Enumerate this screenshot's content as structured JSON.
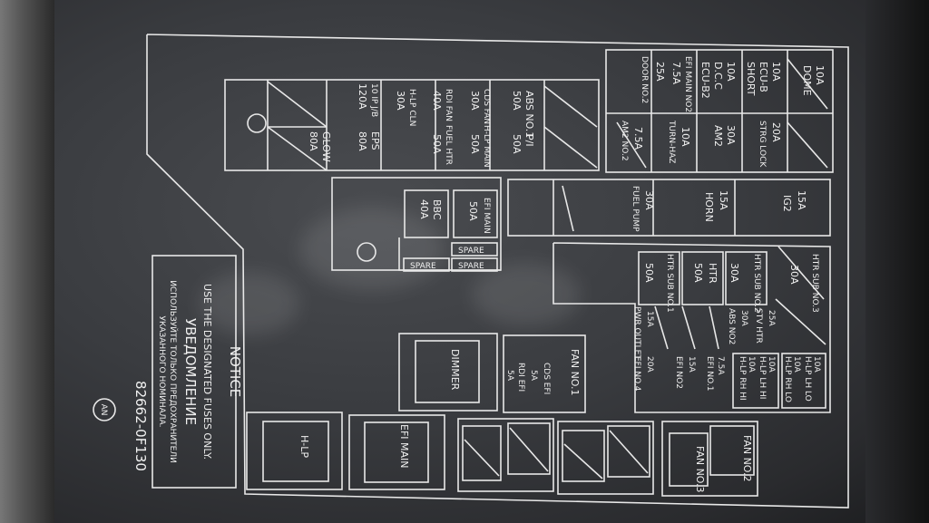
{
  "notice": {
    "title": "NOTICE",
    "line_en": "USE THE DESIGNATED FUSES ONLY.",
    "title_ru": "УВЕДОМЛЕНИЕ",
    "line_ru_1": "ИСПОЛЬЗУЙТЕ ТОЛЬКО ПРЕДОХРАНИТЕЛИ",
    "line_ru_2": "УКАЗАННОГО НОМИНАЛА.",
    "part_number": "82662-0F130",
    "logo_text": "AN"
  },
  "top_right_block": {
    "cells": [
      {
        "amp": "10A",
        "name": "DOME"
      },
      {
        "amp": "10A",
        "name": "ECU-B"
      },
      {
        "amp": "10A",
        "name": "D.C.C"
      },
      {
        "amp": "7.5A",
        "name": "EFI MAIN NO2"
      },
      {
        "amp": "25A",
        "name": "DOOR NO.2"
      },
      {
        "amp": "20A",
        "name": "STRG LOCK"
      },
      {
        "amp": "30A",
        "name": "AM2"
      },
      {
        "amp": "10A",
        "name": "TURN-HAZ"
      },
      {
        "amp": "7.5A",
        "name": "AM2 NO.2"
      }
    ],
    "short": "SHORT",
    "ecu_b2": "ECU-B2"
  },
  "left_block": {
    "rows": [
      {
        "label": "ABS NO.1",
        "amp": "50A",
        "label2": "P/I",
        "amp2": "50A"
      },
      {
        "label": "CDS FAN",
        "amp": "30A",
        "label2": "H-LP MAIN",
        "amp2": "50A"
      },
      {
        "label": "RDI FAN",
        "amp": "40A",
        "label2": "FUEL HTR",
        "amp2": "50A"
      },
      {
        "label": "H-LP CLN",
        "amp": "30A",
        "label2": "",
        "amp2": ""
      },
      {
        "label": "10 IP J/B",
        "amp": "120A",
        "label2": "EPS",
        "amp2": "80A"
      },
      {
        "label": "GLOW",
        "amp": "80A",
        "label2": "",
        "amp2": ""
      }
    ]
  },
  "mid_row": {
    "ig2": "IG2",
    "ig2_amp": "15A",
    "horn": "HORN",
    "horn_amp": "15A",
    "fuel_pump": "FUEL PUMP",
    "fuel_pump_amp": "30A"
  },
  "efi_block": {
    "efi_main": "EFI MAIN",
    "efi_main_amp": "50A",
    "bbc": "BBC",
    "bbc_amp": "40A",
    "spare": "SPARE"
  },
  "htr_block": {
    "htr_sub3": "HTR SUB NO.3",
    "htr_sub3_amp": "30A",
    "htr_sub2": "HTR SUB NO.2",
    "htr_sub2_amp": "30A",
    "htr": "HTR",
    "htr_amp": "50A",
    "htr_sub1": "HTR SUB NO.1",
    "htr_sub1_amp": "50A"
  },
  "small_fuses": {
    "col1": [
      {
        "name": "H-LP LH LO",
        "amp": "10A"
      },
      {
        "name": "H-LP RH LO",
        "amp": "10A"
      }
    ],
    "col2": [
      {
        "name": "H-LP LH HI",
        "amp": "10A"
      },
      {
        "name": "H-LP RH HI",
        "amp": "10A"
      }
    ],
    "stv_htr": "STV HTR",
    "stv_htr_amp": "25A",
    "abs_no2": "ABS NO2",
    "abs_no2_amp": "30A",
    "efi_no1": "EFI NO.1",
    "efi_no1_amp": "7.5A",
    "efi_no2": "EFI NO2",
    "efi_no2_amp": "15A",
    "efi_no4": "EFI NO.4",
    "efi_no4_amp": "20A",
    "pwr_outlet": "PWR OUTLET",
    "pwr_outlet_amp": "15A"
  },
  "relays": {
    "fan_no1": "FAN NO.1",
    "cds_efi": "CDS EFI",
    "cds_efi_amp": "5A",
    "rdi_efi": "RDI EFI",
    "rdi_efi_amp": "5A",
    "dimmer": "DIMMER",
    "efi_main": "EFI MAIN",
    "h_lp": "H-LP",
    "fan_no2": "FAN NO.2",
    "fan_no3": "FAN NO.3"
  }
}
